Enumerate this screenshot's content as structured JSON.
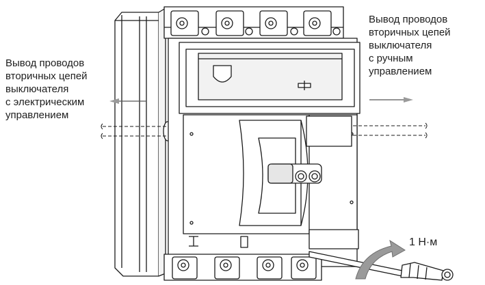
{
  "labels": {
    "left_lines": [
      "Вывод проводов",
      "вторичных цепей",
      "выключателя",
      "с электрическим",
      "управлением"
    ],
    "right_lines": [
      "Вывод проводов",
      "вторичных цепей",
      "выключателя",
      "с ручным",
      "управлением"
    ],
    "torque": "1 Н·м"
  },
  "colors": {
    "stroke": "#1a1a1a",
    "body_fill": "#ffffff",
    "shade_fill": "#e6e6e6",
    "arrow_fill": "#9a9a9a",
    "text": "#1e1e1e"
  },
  "icons": {
    "screwdriver": "screwdriver-icon",
    "rotation_arrow": "rotation-arrow-icon",
    "padlock": "padlock-icon"
  }
}
